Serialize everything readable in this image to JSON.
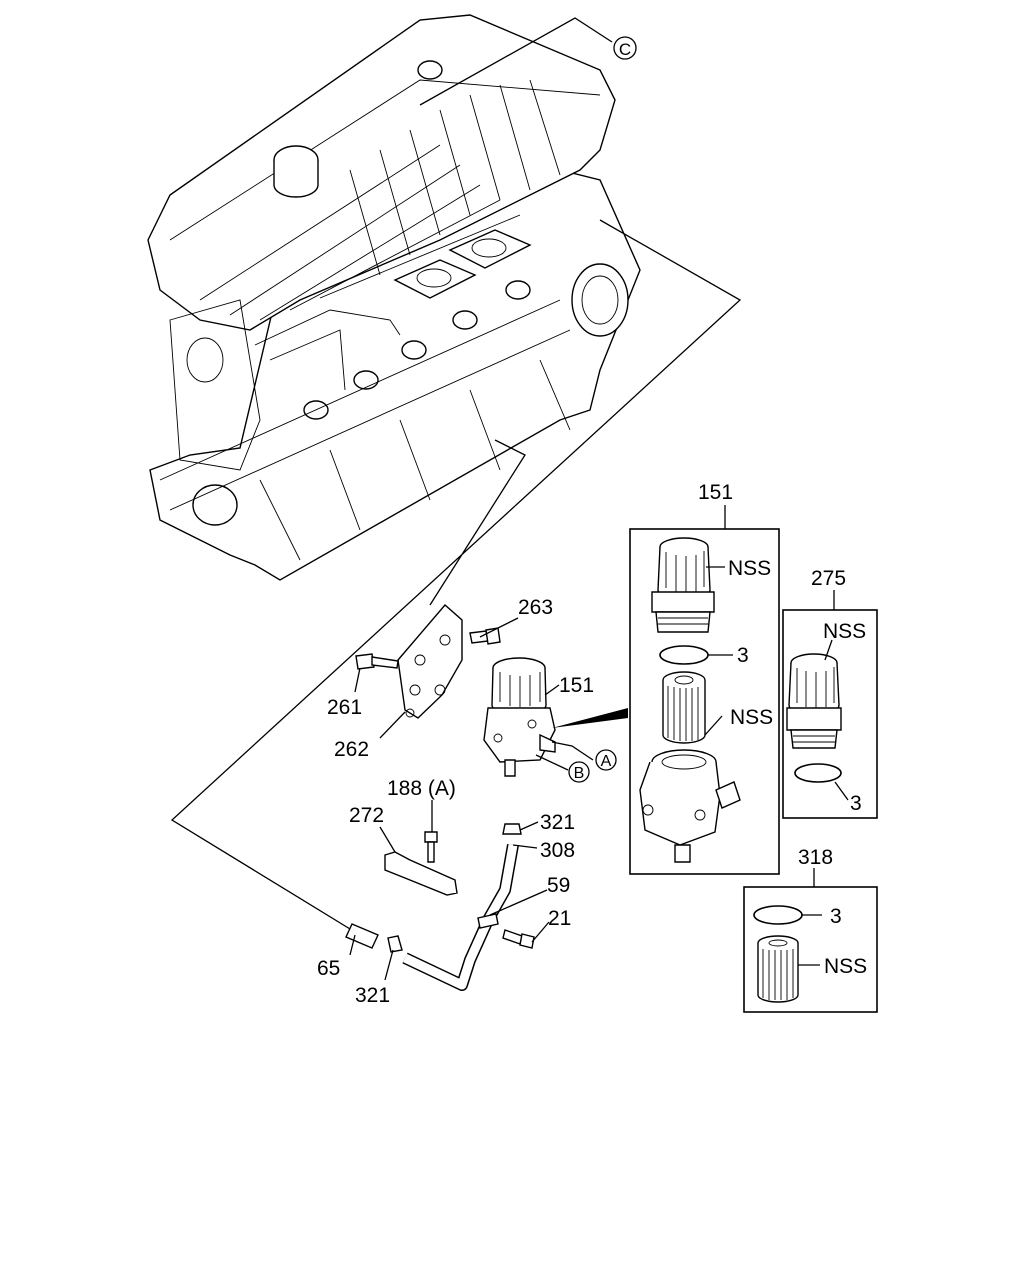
{
  "callouts": {
    "c_ref": "C",
    "a_ref": "A",
    "b_ref": "B",
    "p151_main": "151",
    "p151_box": "151",
    "nss_cap_box": "NSS",
    "p3_box151": "3",
    "nss_body_box": "NSS",
    "p275": "275",
    "nss_275": "NSS",
    "p3_275": "3",
    "p318": "318",
    "p3_318": "3",
    "nss_318": "NSS",
    "p263": "263",
    "p261": "261",
    "p262": "262",
    "p188": "188 (A)",
    "p272": "272",
    "p321_top": "321",
    "p308": "308",
    "p59": "59",
    "p21": "21",
    "p65": "65",
    "p321_bottom": "321"
  }
}
